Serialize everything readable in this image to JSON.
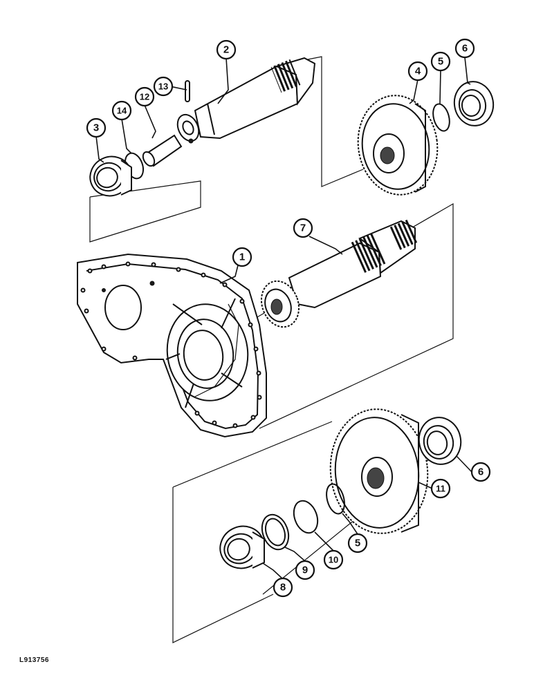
{
  "figure": {
    "reference_code": "L913756"
  },
  "callouts": [
    {
      "id": "c1",
      "label": "1"
    },
    {
      "id": "c2",
      "label": "2"
    },
    {
      "id": "c3",
      "label": "3"
    },
    {
      "id": "c4",
      "label": "4"
    },
    {
      "id": "c5a",
      "label": "5"
    },
    {
      "id": "c5b",
      "label": "5"
    },
    {
      "id": "c6a",
      "label": "6"
    },
    {
      "id": "c6b",
      "label": "6"
    },
    {
      "id": "c7",
      "label": "7"
    },
    {
      "id": "c8",
      "label": "8"
    },
    {
      "id": "c9",
      "label": "9"
    },
    {
      "id": "c10",
      "label": "10"
    },
    {
      "id": "c11",
      "label": "11"
    },
    {
      "id": "c12",
      "label": "12"
    },
    {
      "id": "c13",
      "label": "13"
    },
    {
      "id": "c14",
      "label": "14"
    }
  ]
}
